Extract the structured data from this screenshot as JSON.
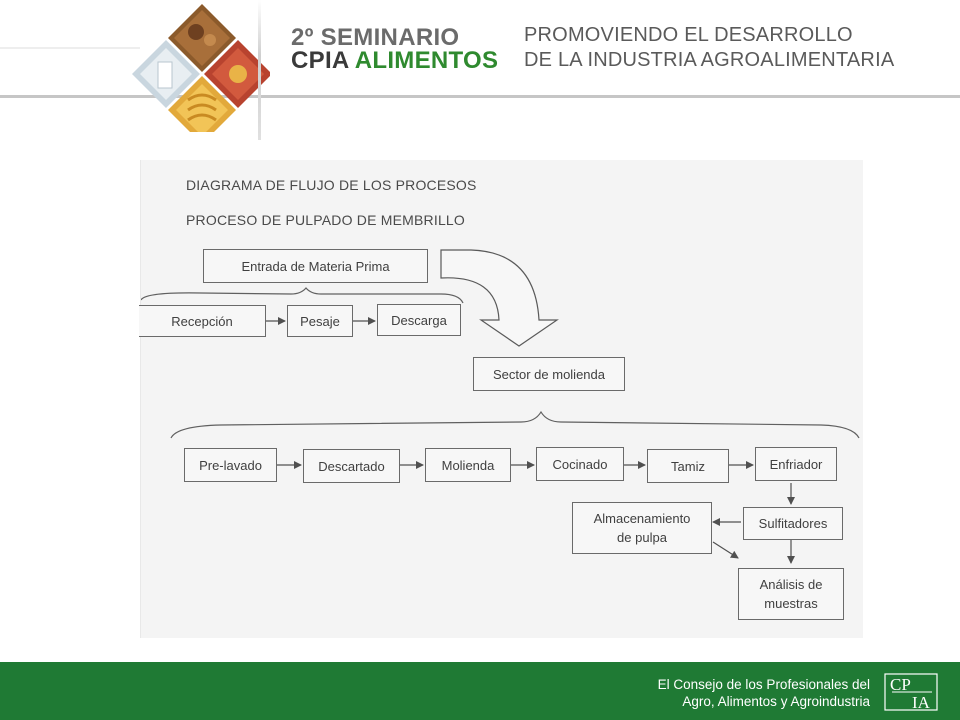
{
  "header": {
    "seminario_line1": "2º SEMINARIO",
    "seminario_line2_a": "CPIA",
    "seminario_line2_b": " ALIMENTOS",
    "slogan_line1": "PROMOVIENDO EL DESARROLLO",
    "slogan_line2": "DE LA INDUSTRIA AGROALIMENTARIA"
  },
  "diagram": {
    "title_1": "DIAGRAMA DE FLUJO DE LOS PROCESOS",
    "title_2": "PROCESO DE PULPADO DE MEMBRILLO",
    "nodes": {
      "entrada": "Entrada de Materia Prima",
      "recepcion": "Recepción",
      "pesaje": "Pesaje",
      "descarga": "Descarga",
      "sector": "Sector de molienda",
      "prelavado": "Pre-lavado",
      "descartado": "Descartado",
      "molienda": "Molienda",
      "cocinado": "Cocinado",
      "tamiz": "Tamiz",
      "enfriador": "Enfriador",
      "sulfitadores": "Sulfitadores",
      "almacenamiento": "Almacenamiento\nde pulpa",
      "analisis": "Análisis de\nmuestras"
    }
  },
  "footer": {
    "line1": "El Consejo de los Profesionales del",
    "line2": "Agro, Alimentos y Agroindustria",
    "logo_text_top": "CP",
    "logo_text_bottom": "IA"
  },
  "colors": {
    "brand_green": "#1f7a34",
    "accent_green": "#2f8a2f"
  }
}
